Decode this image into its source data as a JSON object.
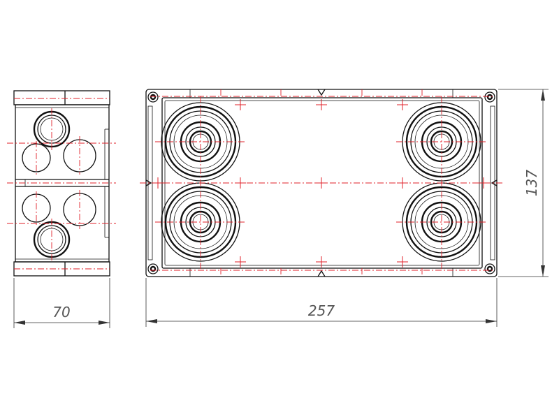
{
  "dimensions": {
    "width_side": "70",
    "width_front": "257",
    "height_front": "137"
  },
  "colors": {
    "outline": "#111111",
    "centerline": "#e0202a",
    "dimension": "#555555"
  }
}
